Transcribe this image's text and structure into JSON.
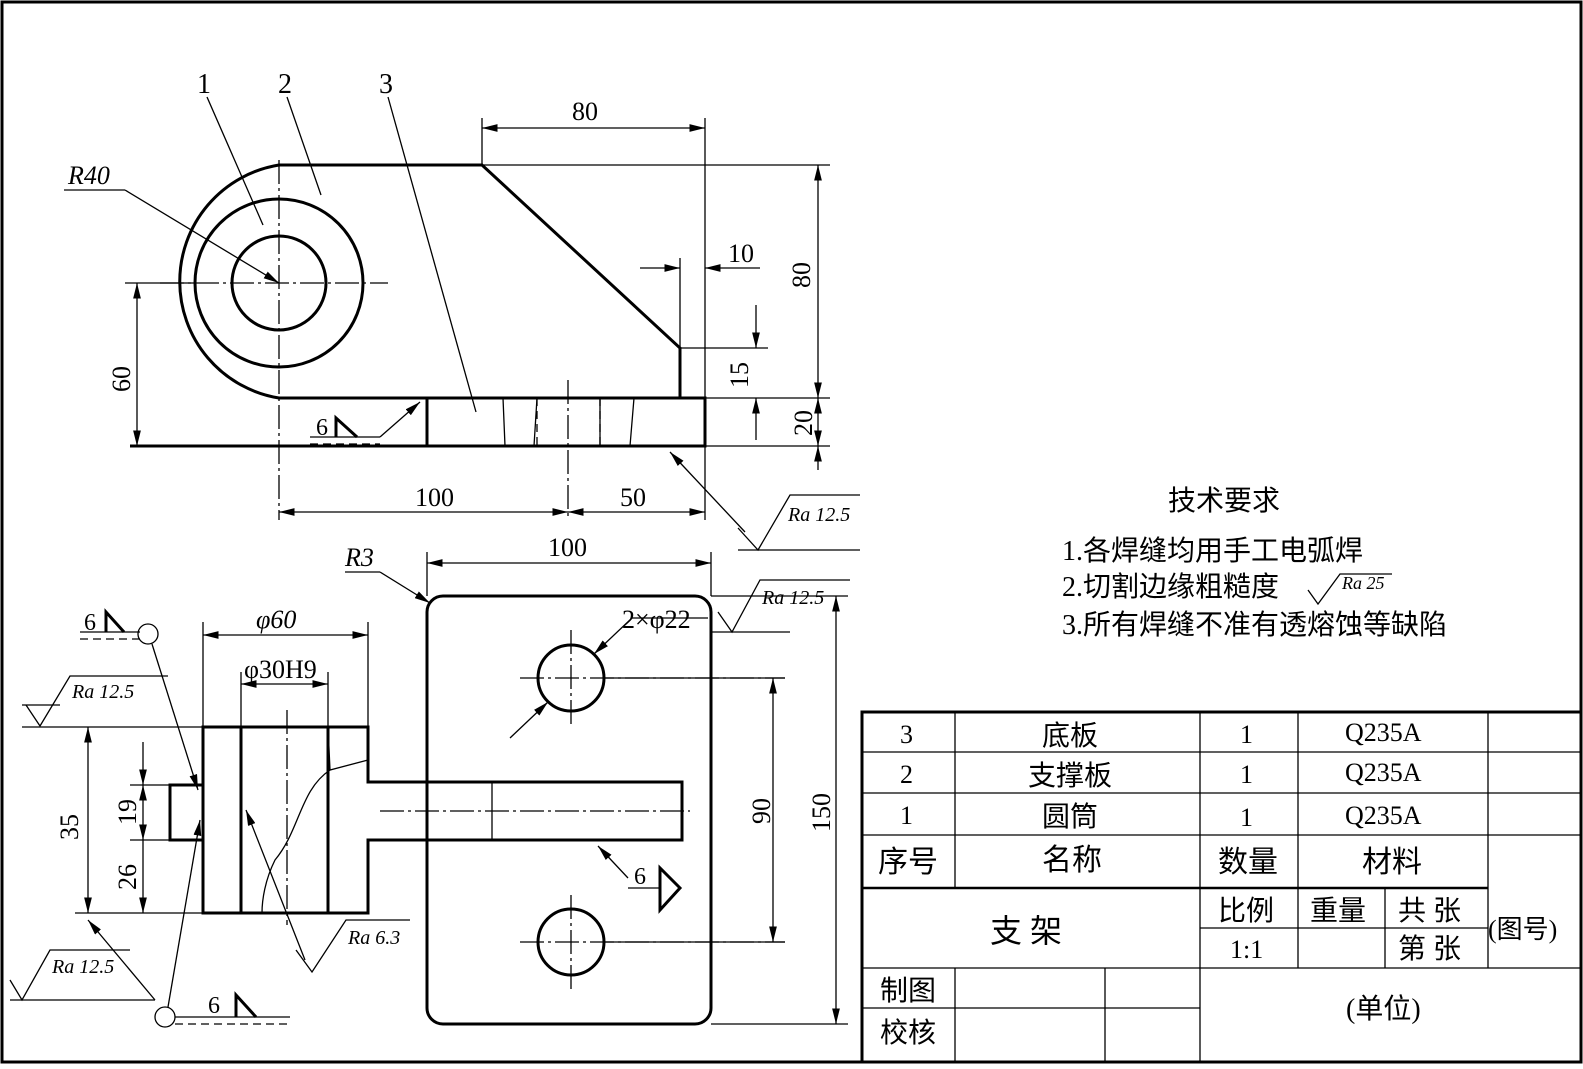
{
  "drawing": {
    "part_numbers": [
      "1",
      "2",
      "3"
    ],
    "front_view": {
      "radius": "R40",
      "dim_width_top": "80",
      "dim_10": "10",
      "dim_height_80": "80",
      "dim_15": "15",
      "dim_20": "20",
      "dim_60": "60",
      "dim_100": "100",
      "dim_50": "50",
      "weld_size": "6",
      "roughness": "Ra 12.5"
    },
    "side_view": {
      "weld_size_top": "6",
      "roughness_left": "Ra 12.5",
      "dia_outer": "φ60",
      "dia_bore": "φ30H9",
      "dim_35": "35",
      "dim_19": "19",
      "dim_26": "26",
      "roughness_bore": "Ra 6.3",
      "roughness_bottom": "Ra 12.5",
      "weld_size_bottom": "6"
    },
    "top_view": {
      "radius": "R3",
      "dim_100": "100",
      "holes": "2×φ22",
      "roughness": "Ra 12.5",
      "dim_90": "90",
      "dim_150": "150",
      "weld_size": "6"
    }
  },
  "tech_requirements": {
    "title": "技术要求",
    "items": [
      "1.各焊缝均用手工电弧焊",
      "2.切割边缘粗糙度",
      "3.所有焊缝不准有透熔蚀等缺陷"
    ],
    "roughness_value": "Ra 25"
  },
  "bom": {
    "rows": [
      {
        "no": "3",
        "name": "底板",
        "qty": "1",
        "material": "Q235A"
      },
      {
        "no": "2",
        "name": "支撑板",
        "qty": "1",
        "material": "Q235A"
      },
      {
        "no": "1",
        "name": "圆筒",
        "qty": "1",
        "material": "Q235A"
      }
    ],
    "header": {
      "no": "序号",
      "name": "名称",
      "qty": "数量",
      "material": "材料"
    }
  },
  "title_block": {
    "part_name": "支 架",
    "scale_label": "比例",
    "scale_value": "1:1",
    "weight_label": "重量",
    "total_sheets": "共 张",
    "sheet_no": "第 张",
    "drawing_no": "(图号)",
    "drawn_by": "制图",
    "checked_by": "校核",
    "unit": "(单位)"
  }
}
